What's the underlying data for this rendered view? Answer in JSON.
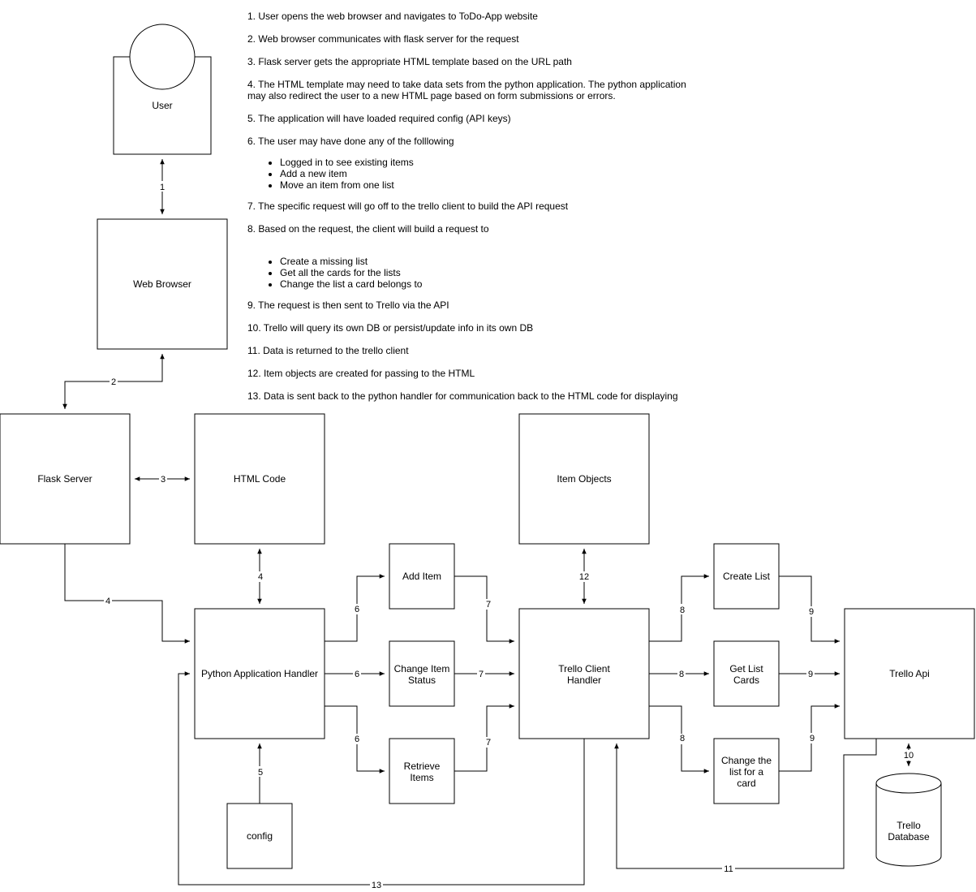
{
  "nodes": {
    "user": "User",
    "web_browser": "Web Browser",
    "flask_server": "Flask Server",
    "html_code": "HTML Code",
    "item_objects": "Item Objects",
    "python_handler": "Python Application Handler",
    "add_item": "Add Item",
    "change_item_status": [
      "Change Item",
      "Status"
    ],
    "retrieve_items": [
      "Retrieve",
      "Items"
    ],
    "config": "config",
    "trello_client": [
      "Trello Client",
      "Handler"
    ],
    "create_list": "Create List",
    "get_list_cards": [
      "Get List",
      "Cards"
    ],
    "change_list": [
      "Change the",
      "list for a",
      "card"
    ],
    "trello_api": "Trello Api",
    "trello_db": [
      "Trello",
      "Database"
    ]
  },
  "edge_labels": {
    "e1": "1",
    "e2": "2",
    "e3": "3",
    "e4a": "4",
    "e4b": "4",
    "e5": "5",
    "e6a": "6",
    "e6b": "6",
    "e6c": "6",
    "e7a": "7",
    "e7b": "7",
    "e7c": "7",
    "e8a": "8",
    "e8b": "8",
    "e8c": "8",
    "e9a": "9",
    "e9b": "9",
    "e9c": "9",
    "e10": "10",
    "e11": "11",
    "e12": "12",
    "e13": "13"
  },
  "notes": {
    "s1": "1. User opens the web browser and navigates to ToDo-App website",
    "s2": "2. Web browser communicates with flask server for the request",
    "s3": "3. Flask server gets the appropriate HTML template based on the URL path",
    "s4": "4. The HTML template may need to take data sets from the python application. The python application may also redirect the user to a new HTML page based on form submissions or errors.",
    "s5": "5. The application will have loaded required config (API keys)",
    "s6": "6. The user may have done any of the folllowing",
    "s6_items": [
      "Logged in to see existing items",
      "Add a new item",
      "Move an item from one list"
    ],
    "s7": "7. The specific request will go off to the trello client to build the API request",
    "s8": "8. Based on the request, the client will build a request to",
    "s8_items": [
      "Create a missing list",
      "Get all the cards for the lists",
      "Change the list a card belongs to"
    ],
    "s9": "9. The request is then sent to Trello via the API",
    "s10": "10. Trello will query its own DB or persist/update info in its own DB",
    "s11": "11. Data is returned to the trello client",
    "s12": "12. Item objects are created for passing to the HTML",
    "s13": "13. Data is sent back to the python handler for communication back to the HTML code for displaying"
  }
}
